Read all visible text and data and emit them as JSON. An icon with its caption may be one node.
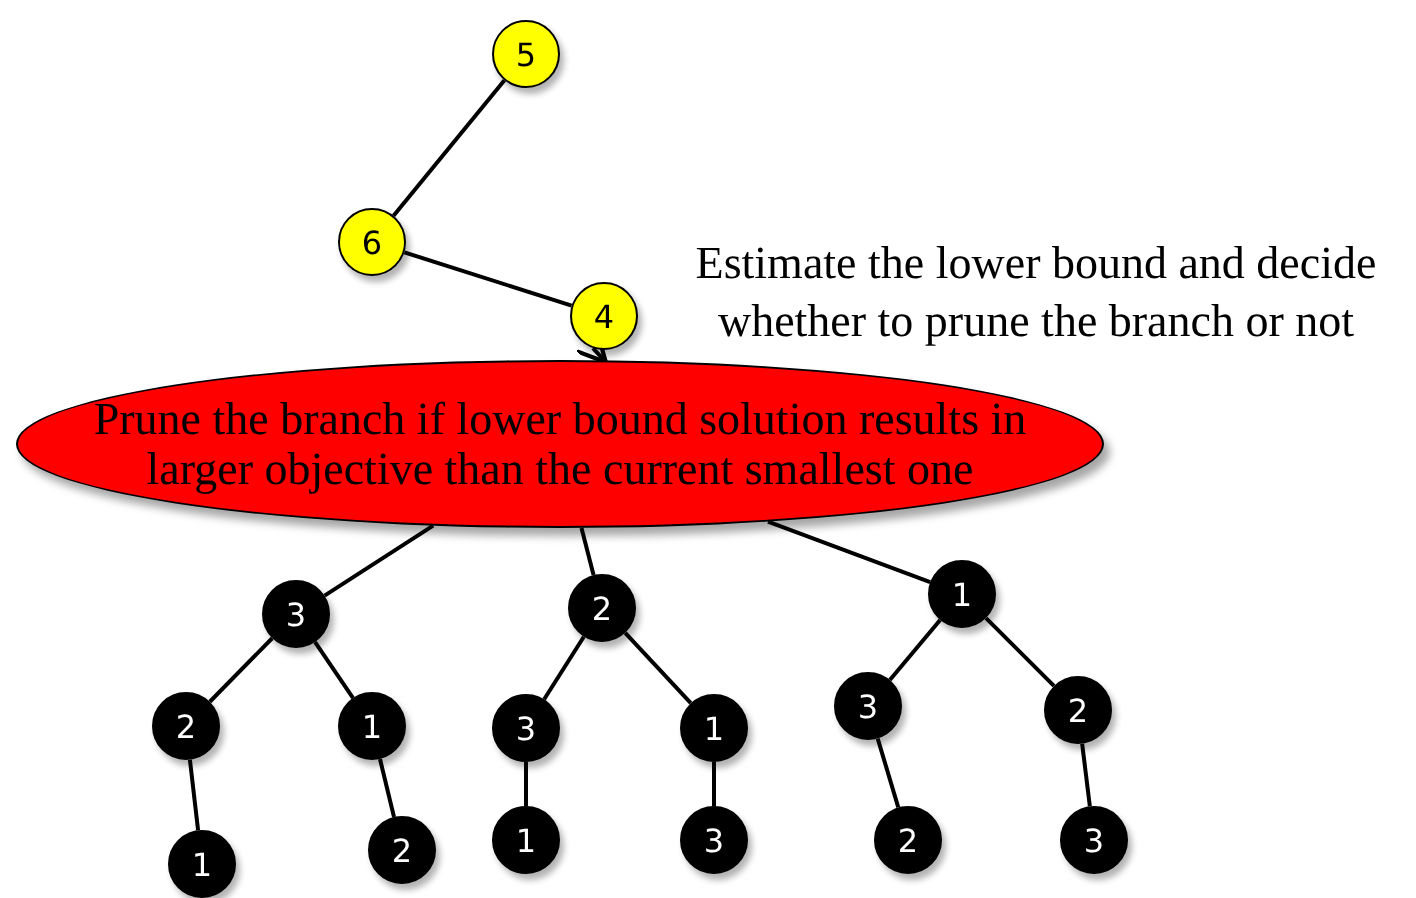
{
  "diagram": {
    "nodes": [
      {
        "text": [
          "5"
        ]
      },
      {
        "text": [
          "6"
        ]
      },
      {
        "text": [
          "4"
        ]
      },
      {
        "text": [
          "Prune the branch if lower bound solution results in larger objective than the current smallest one"
        ]
      },
      {
        "text": [
          "3"
        ]
      },
      {
        "text": [
          "2"
        ]
      },
      {
        "text": [
          "1"
        ]
      },
      {
        "text": [
          "1"
        ]
      },
      {
        "text": [
          "2"
        ]
      },
      {
        "text": [
          "2"
        ]
      },
      {
        "text": [
          "3"
        ]
      },
      {
        "text": [
          "1"
        ]
      },
      {
        "text": [
          "1"
        ]
      },
      {
        "text": [
          "3"
        ]
      },
      {
        "text": [
          "1"
        ]
      },
      {
        "text": [
          "3"
        ]
      },
      {
        "text": [
          "2"
        ]
      },
      {
        "text": [
          "2"
        ]
      },
      {
        "text": [
          "3"
        ]
      }
    ],
    "edges": [
      {
        "from": 0,
        "to": 1,
        "arrow": "none"
      },
      {
        "from": 1,
        "to": 2,
        "arrow": "none"
      },
      {
        "from": 2,
        "to": 3,
        "arrow": "to"
      },
      {
        "from": 3,
        "to": 4,
        "arrow": "none"
      },
      {
        "from": 3,
        "to": 9,
        "arrow": "none"
      },
      {
        "from": 3,
        "to": 14,
        "arrow": "none"
      },
      {
        "from": 4,
        "to": 5,
        "arrow": "none"
      },
      {
        "from": 5,
        "to": 6,
        "arrow": "none"
      },
      {
        "from": 4,
        "to": 7,
        "arrow": "none"
      },
      {
        "from": 7,
        "to": 8,
        "arrow": "none"
      },
      {
        "from": 9,
        "to": 10,
        "arrow": "none"
      },
      {
        "from": 10,
        "to": 11,
        "arrow": "none"
      },
      {
        "from": 9,
        "to": 12,
        "arrow": "none"
      },
      {
        "from": 12,
        "to": 13,
        "arrow": "none"
      },
      {
        "from": 14,
        "to": 15,
        "arrow": "none"
      },
      {
        "from": 15,
        "to": 16,
        "arrow": "none"
      },
      {
        "from": 14,
        "to": 17,
        "arrow": "none"
      },
      {
        "from": 17,
        "to": 18,
        "arrow": "none"
      }
    ],
    "labels": [
      "Estimate the lower bound and decide whether to prune the branch or not"
    ]
  }
}
